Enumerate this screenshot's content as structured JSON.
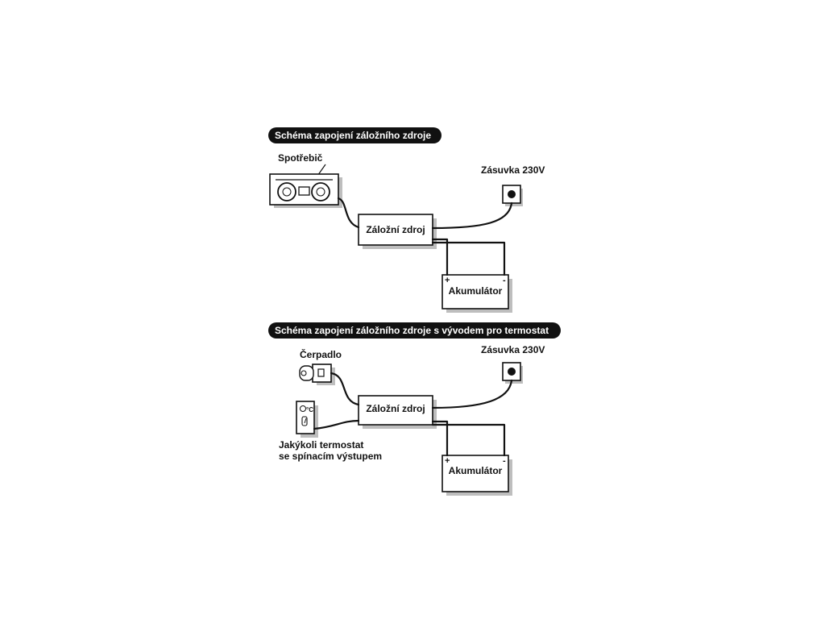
{
  "diagram1": {
    "title": "Schéma zapojení záložního zdroje",
    "appliance_label": "Spotřebič",
    "socket_label": "Zásuvka 230V",
    "ups_label": "Záložní zdroj",
    "battery_label": "Akumulátor",
    "battery_plus": "+",
    "battery_minus": "-"
  },
  "diagram2": {
    "title": "Schéma zapojení záložního zdroje s vývodem pro termostat",
    "pump_label": "Čerpadlo",
    "socket_label": "Zásuvka 230V",
    "ups_label": "Záložní zdroj",
    "battery_label": "Akumulátor",
    "battery_plus": "+",
    "battery_minus": "-",
    "thermostat_symbol": "°C",
    "thermostat_label_line1": "Jakýkoli termostat",
    "thermostat_label_line2": "se spínacím výstupem"
  }
}
